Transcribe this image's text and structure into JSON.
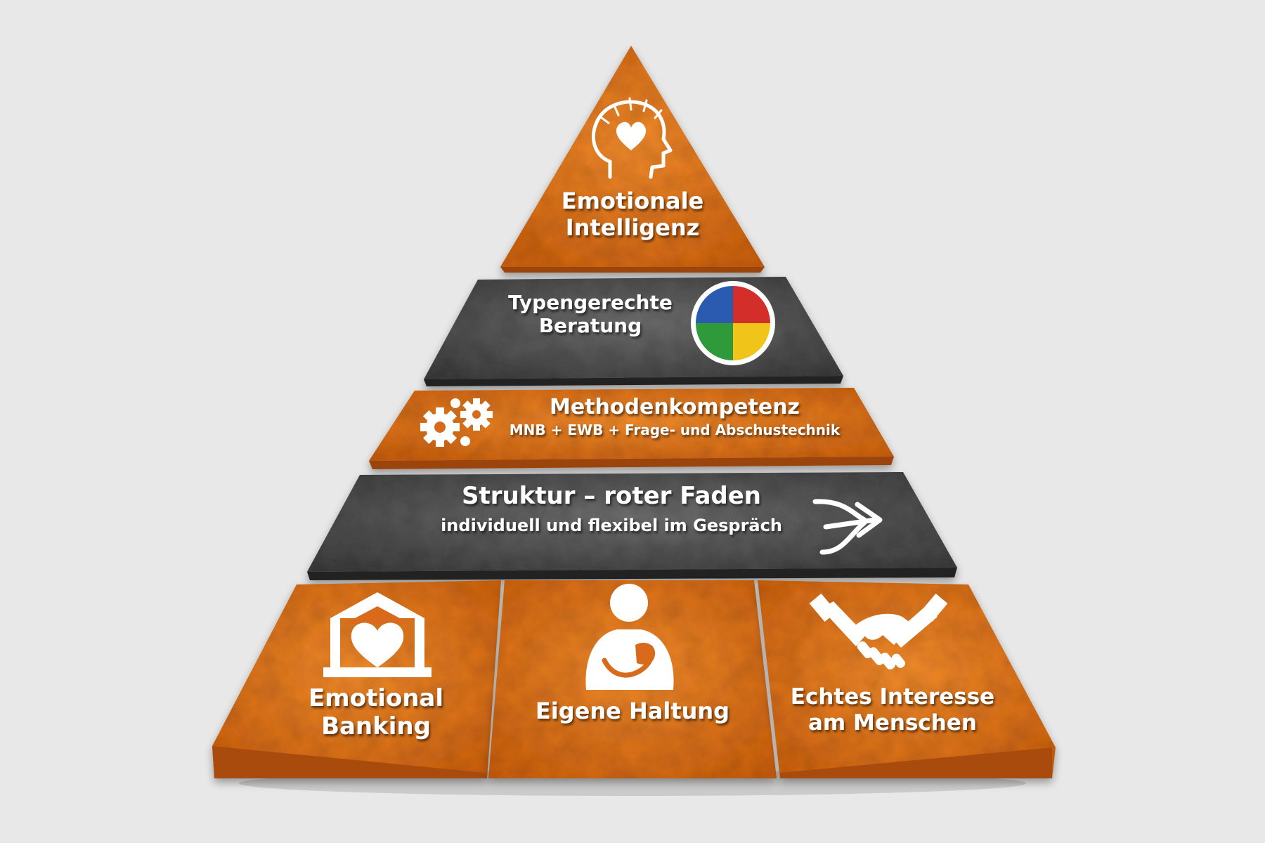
{
  "pyramid": {
    "top": {
      "line1": "Emotionale",
      "line2": "Intelligenz",
      "icon": "head-heart-icon"
    },
    "level2": {
      "line1": "Typengerechte",
      "line2": "Beratung",
      "icon": "four-color-circle-icon",
      "quadrant_colors": [
        "#2a5bb0",
        "#d42e2a",
        "#2e9a3a",
        "#f0c419"
      ]
    },
    "level3": {
      "title": "Methodenkompetenz",
      "subtitle": "MNB + EWB + Frage- und Abschustechnik",
      "icon": "gears-icon"
    },
    "level4": {
      "title": "Struktur – roter Faden",
      "subtitle": "individuell und flexibel im Gespräch",
      "icon": "merge-arrows-icon"
    },
    "base": [
      {
        "line1": "Emotional",
        "line2": "Banking",
        "icon": "house-heart-icon"
      },
      {
        "line1": "Eigene Haltung",
        "line2": "",
        "icon": "person-hand-on-heart-icon"
      },
      {
        "line1": "Echtes Interesse",
        "line2": "am Menschen",
        "icon": "handshake-icon"
      }
    ]
  },
  "colors": {
    "orange": "#e2741f",
    "orange_dark": "#b9540f",
    "gray": "#585858",
    "gray_dark": "#333333",
    "background": "#e8e8e8"
  }
}
